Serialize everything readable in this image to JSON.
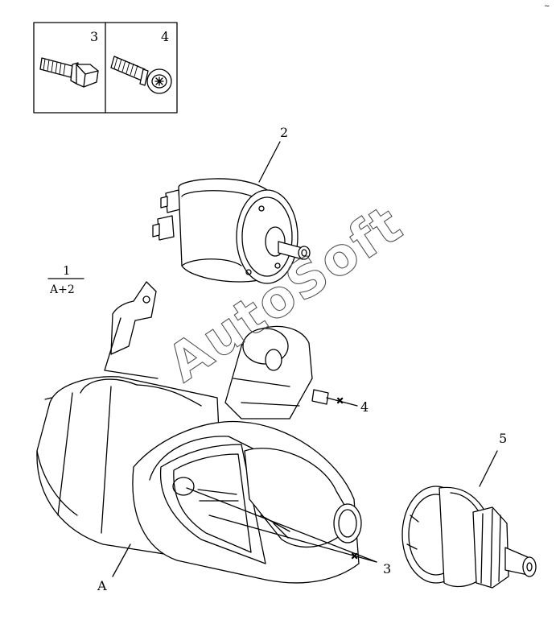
{
  "diagram": {
    "inset_labels": [
      "3",
      "4"
    ],
    "callouts": {
      "solenoid": "2",
      "assembly_numerator": "1",
      "assembly_denominator": "A+2",
      "bolt_upper": "4",
      "bolt_lower": "3",
      "drive_gear": "5",
      "starter_body": "A"
    },
    "watermark": "AutoSoft",
    "corner_mark": "~"
  },
  "colors": {
    "ink": "#000000",
    "watermark_stroke": "#555555",
    "background": "#ffffff"
  }
}
